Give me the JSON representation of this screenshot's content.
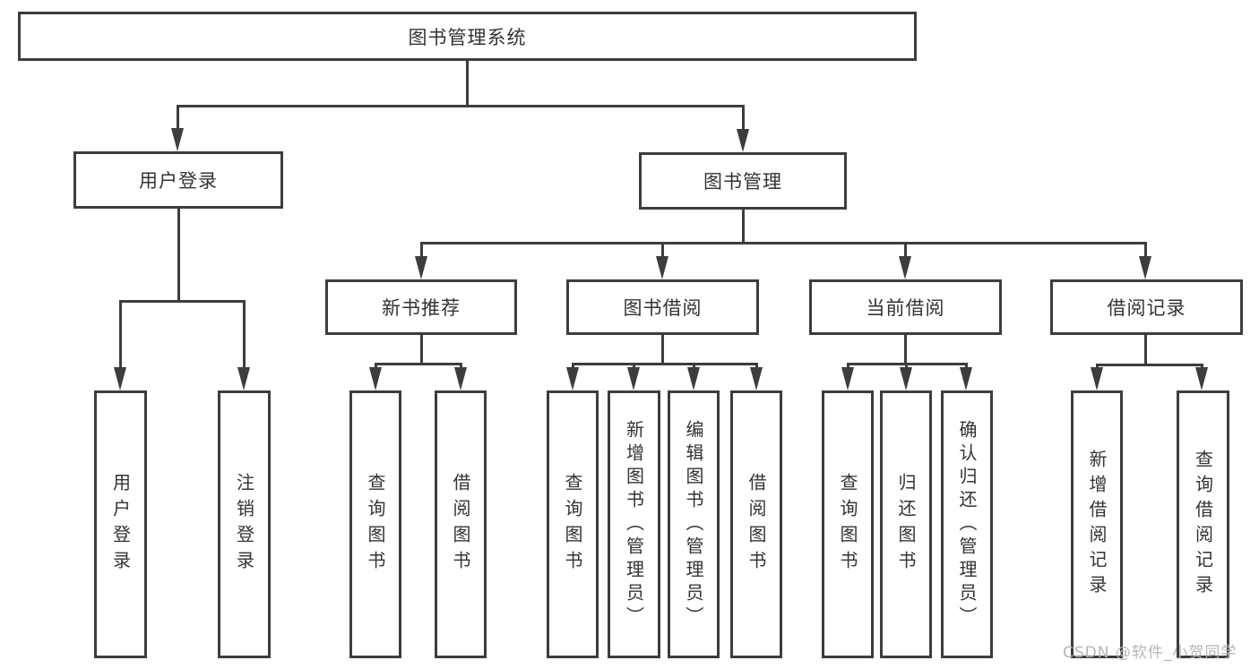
{
  "nodes": {
    "root": {
      "label": "图书管理系统"
    },
    "user_login": {
      "label": "用户登录"
    },
    "book_mgmt": {
      "label": "图书管理"
    },
    "new_book": {
      "label": "新书推荐"
    },
    "book_borrow": {
      "label": "图书借阅"
    },
    "current_borrow": {
      "label": "当前借阅"
    },
    "borrow_record": {
      "label": "借阅记录"
    },
    "leaf_user_login": {
      "label": "用户登录"
    },
    "leaf_logout": {
      "label": "注销登录"
    },
    "leaf_query_book_1": {
      "label": "查询图书"
    },
    "leaf_borrow_book_1": {
      "label": "借阅图书"
    },
    "leaf_query_book_2": {
      "label": "查询图书"
    },
    "leaf_add_book": {
      "label": "新增图书（管理员）"
    },
    "leaf_edit_book": {
      "label": "编辑图书（管理员）"
    },
    "leaf_borrow_book_2": {
      "label": "借阅图书"
    },
    "leaf_query_book_3": {
      "label": "查询图书"
    },
    "leaf_return_book": {
      "label": "归还图书"
    },
    "leaf_confirm_return": {
      "label": "确认归还（管理员）"
    },
    "leaf_add_borrow_record": {
      "label": "新增借阅记录"
    },
    "leaf_query_borrow_record": {
      "label": "查询借阅记录"
    }
  },
  "watermark": {
    "text": "CSDN @软件_小贺同学"
  },
  "colors": {
    "line": "#3d3d3d",
    "text": "#333333",
    "watermark": "#b5b5b5",
    "background": "#ffffff"
  }
}
